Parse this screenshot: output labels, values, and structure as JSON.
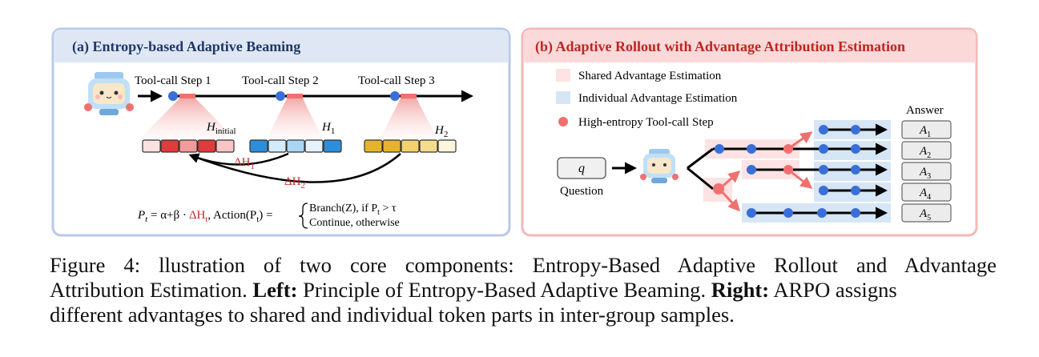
{
  "left_panel": {
    "title": "(a) Entropy-based Adaptive Beaming",
    "steps": [
      "Tool-call Step 1",
      "Tool-call Step 2",
      "Tool-call Step 3"
    ],
    "h_labels": [
      {
        "base": "H",
        "sub": "initial"
      },
      {
        "base": "H",
        "sub": "1"
      },
      {
        "base": "H",
        "sub": "2"
      }
    ],
    "delta_labels": [
      {
        "base": "ΔH",
        "sub": "1"
      },
      {
        "base": "ΔH",
        "sub": "2"
      }
    ],
    "formula": {
      "p": "P",
      "p_sub": "t",
      "eq": " = α+β · ",
      "dh": "ΔH",
      "dh_sub": "t",
      "action": ",  Action(P",
      "action_sub": "t",
      "action_end": ") = ",
      "branch": "Branch(Z), if P",
      "branch_sub": "t",
      "branch_end": " > τ",
      "continue": "Continue,   otherwise"
    },
    "colors": {
      "panel_border": "#b8c8e8",
      "header_bg": "#dfe7f4",
      "title": "#1f3868"
    }
  },
  "right_panel": {
    "title": "(b) Adaptive Rollout with Advantage Attribution Estimation",
    "legend": [
      {
        "label": "Shared Advantage Estimation",
        "color": "#fde3e3"
      },
      {
        "label": "Individual Advantage Estimation",
        "color": "#d6e6f5"
      },
      {
        "label": "High-entropy Tool-call Step",
        "color": "#f07070"
      }
    ],
    "query": "q",
    "question_label": "Question",
    "answer_header": "Answer",
    "answers": [
      {
        "base": "A",
        "sub": "1"
      },
      {
        "base": "A",
        "sub": "2"
      },
      {
        "base": "A",
        "sub": "3"
      },
      {
        "base": "A",
        "sub": "4"
      },
      {
        "base": "A",
        "sub": "5"
      }
    ],
    "colors": {
      "panel_border": "#f3b8b8",
      "header_bg": "#fbd9d9",
      "title": "#c0241f"
    }
  },
  "caption": {
    "part1": "Figure 4: llustration of two core components: Entropy-Based Adaptive Rollout and Advantage",
    "part2": "Attribution Estimation. ",
    "left_label": "Left:",
    "part3": " Principle of Entropy-Based Adaptive Beaming. ",
    "right_label": "Right:",
    "part4": " ARPO assigns",
    "part5": "different advantages to shared and individual token parts in inter-group samples."
  }
}
